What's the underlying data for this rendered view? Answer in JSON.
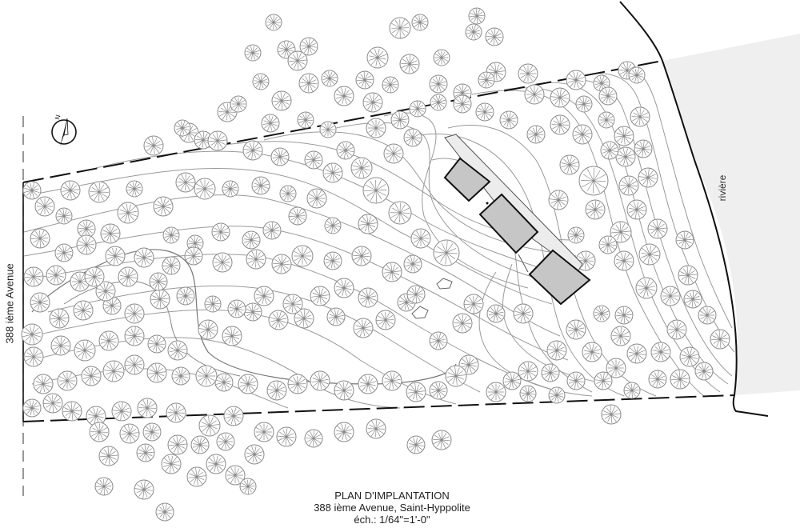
{
  "plan": {
    "title": "PLAN D'IMPLANTATION",
    "address": "388 ième Avenue, Saint-Hyppolite",
    "scale": "éch.: 1/64\"=1'-0\""
  },
  "labels": {
    "street": "388 ième Avenue",
    "river": "rivière",
    "north": "N"
  },
  "colors": {
    "tree_stroke": "#8a8a8a",
    "contour": "#9a9a9a",
    "building_fill": "#c6c6c6",
    "river_fill": "#efefef",
    "line": "#111111"
  },
  "icons": {
    "north_arrow": "north-arrow-icon",
    "tree": "tree-canopy-icon"
  }
}
